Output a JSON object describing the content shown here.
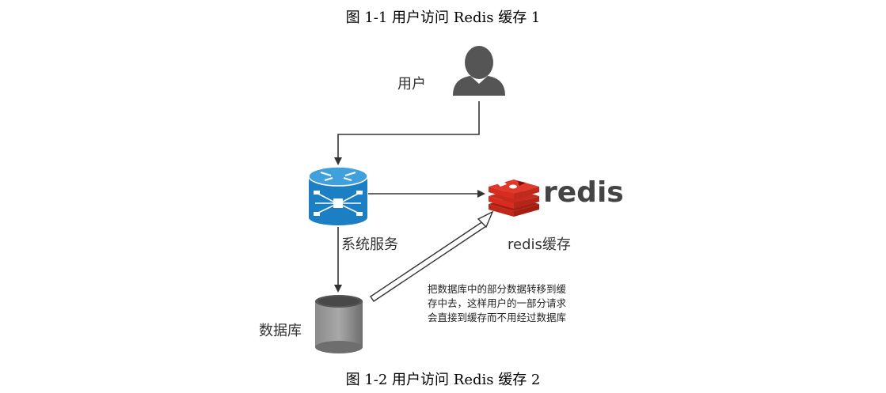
{
  "captions": {
    "top": "图 1-1  用户访问 Redis 缓存 1",
    "bottom": "图 1-2 用户访问 Redis 缓存 2"
  },
  "nodes": {
    "user": {
      "label": "用户",
      "icon": "user-icon"
    },
    "service": {
      "label": "系统服务",
      "icon": "router-icon"
    },
    "redis": {
      "logo_text": "redis",
      "label": "redis缓存",
      "icon": "redis-logo-icon"
    },
    "database": {
      "label": "数据库",
      "icon": "database-icon"
    }
  },
  "note": {
    "lines": [
      "把数据库中的部分数据转移到缓",
      "存中去，这样用户的一部分请求",
      "会直接到缓存而不用经过数据库"
    ]
  },
  "colors": {
    "router_blue": "#1c7fc4",
    "redis_red": "#d82c20",
    "user_gray": "#555555",
    "db_gray": "#7a7a7a",
    "arrow": "#333333"
  }
}
